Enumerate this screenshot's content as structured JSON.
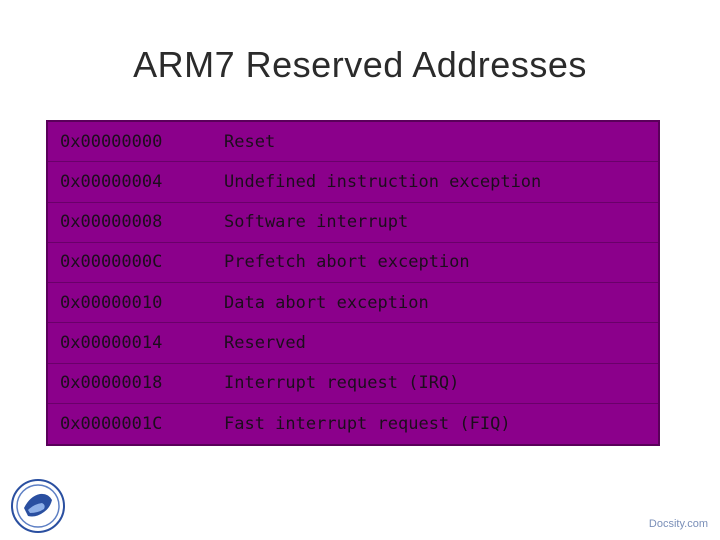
{
  "slide": {
    "title": "ARM7 Reserved Addresses",
    "footer": "Docsity.com"
  },
  "colors": {
    "table_bg": "#8b008b",
    "table_border": "#5a005a",
    "title_text": "#2b2b2b"
  },
  "icons": {
    "logo": "university-seal-icon"
  },
  "table": {
    "rows": [
      {
        "address": "0x00000000",
        "description": "Reset"
      },
      {
        "address": "0x00000004",
        "description": "Undefined instruction exception"
      },
      {
        "address": "0x00000008",
        "description": "Software interrupt"
      },
      {
        "address": "0x0000000C",
        "description": "Prefetch abort exception"
      },
      {
        "address": "0x00000010",
        "description": "Data abort exception"
      },
      {
        "address": "0x00000014",
        "description": "Reserved"
      },
      {
        "address": "0x00000018",
        "description": "Interrupt request (IRQ)"
      },
      {
        "address": "0x0000001C",
        "description": "Fast interrupt request (FIQ)"
      }
    ]
  }
}
